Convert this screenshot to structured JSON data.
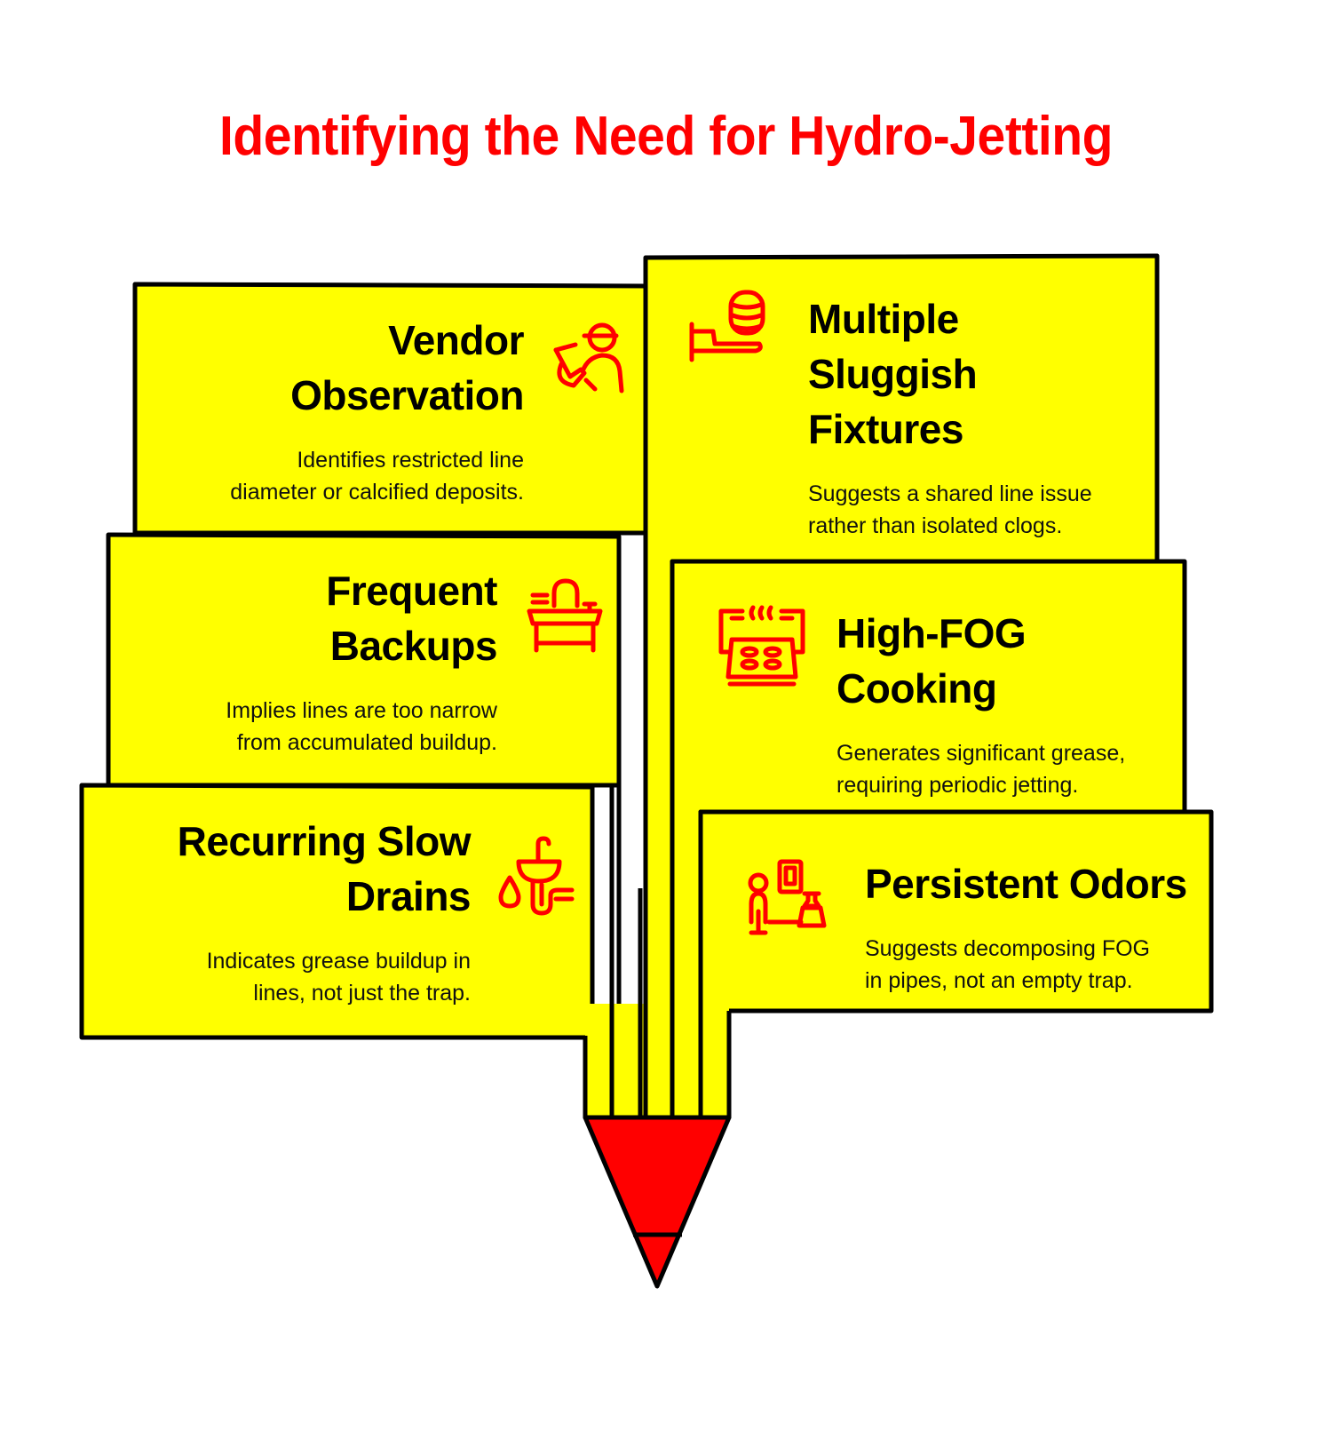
{
  "title": "Identifying the Need for Hydro-Jetting",
  "colors": {
    "title": "#ff0000",
    "card_fill": "#ffff00",
    "outline": "#000000",
    "icon": "#ff0000",
    "tip": "#ff0000"
  },
  "left_items": [
    {
      "heading_line1": "Vendor",
      "heading_line2": "Observation",
      "desc_line1": "Identifies restricted line",
      "desc_line2": "diameter or calcified deposits.",
      "icon": "inspector-clipboard-icon"
    },
    {
      "heading_line1": "Frequent",
      "heading_line2": "Backups",
      "desc_line1": "Implies lines are too narrow",
      "desc_line2": "from accumulated buildup.",
      "icon": "sink-vanity-icon"
    },
    {
      "heading_line1": "Recurring Slow",
      "heading_line2": "Drains",
      "desc_line1": "Indicates grease buildup in",
      "desc_line2": "lines, not just the trap.",
      "icon": "sink-drain-pipe-icon"
    }
  ],
  "right_items": [
    {
      "heading_line1": "Multiple",
      "heading_line2": "Sluggish",
      "heading_line3": "Fixtures",
      "desc_line1": "Suggests a shared line issue",
      "desc_line2": "rather than isolated clogs.",
      "icon": "coins-hand-icon"
    },
    {
      "heading_line1": "High-FOG",
      "heading_line2": "Cooking",
      "desc_line1": "Generates significant grease,",
      "desc_line2": "requiring periodic jetting.",
      "icon": "cooktop-steam-icon"
    },
    {
      "heading_line1": "Persistent Odors",
      "desc_line1": "Suggests decomposing FOG",
      "desc_line2": "in pipes, not an empty trap.",
      "icon": "person-device-icon"
    }
  ]
}
